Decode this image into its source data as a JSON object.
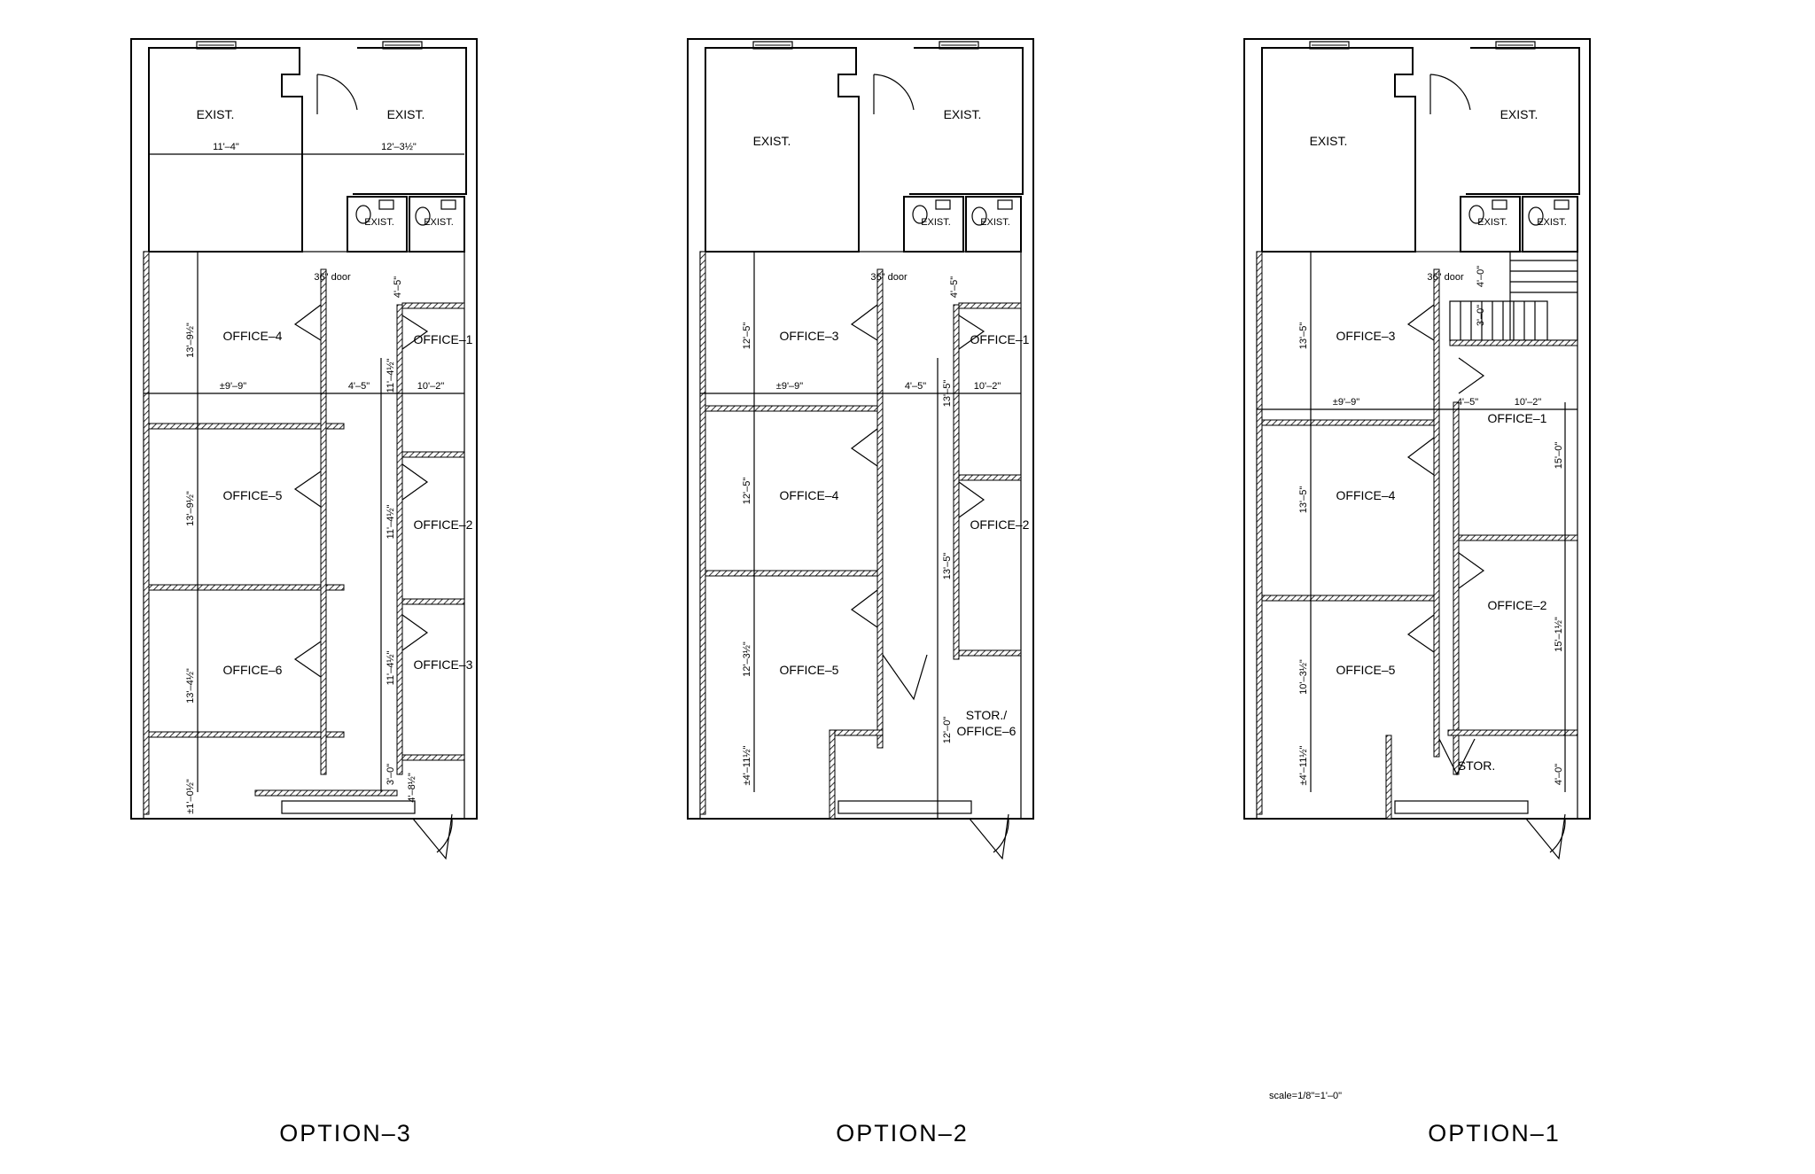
{
  "options": [
    {
      "id": "option-3",
      "title": "OPTION–3",
      "rooms": {
        "exist_a": "EXIST.",
        "exist_b": "EXIST.",
        "exist_c": "EXIST.",
        "exist_d": "EXIST.",
        "r1": "OFFICE–4",
        "r2": "OFFICE–5",
        "r3": "OFFICE–6",
        "r4": "OFFICE–1",
        "r5": "OFFICE–2",
        "r6": "OFFICE–3"
      },
      "door_note": "36\" door",
      "dims": {
        "top_left": "11'–4\"",
        "top_right": "12'–3½\"",
        "corr_top": "4'–5\"",
        "left_w": "±9'–9\"",
        "corr_w": "4'–5\"",
        "right_w": "10'–2\"",
        "r1_h": "13'–9½\"",
        "r2_h": "13'–9½\"",
        "r3_h": "13'–4½\"",
        "r4_h": "11'–4½\"",
        "r5_h": "11'–4½\"",
        "r6_h": "11'–4½\"",
        "bot_left": "±1'–0½\"",
        "bot_mid": "3'–0\"",
        "bot_right": "4'–8½\""
      }
    },
    {
      "id": "option-2",
      "title": "OPTION–2",
      "rooms": {
        "exist_a": "EXIST.",
        "exist_b": "EXIST.",
        "exist_c": "EXIST.",
        "exist_d": "EXIST.",
        "r1": "OFFICE–3",
        "r2": "OFFICE–4",
        "r3": "OFFICE–5",
        "r4": "OFFICE–1",
        "r5": "OFFICE–2",
        "r6a": "STOR./",
        "r6b": "OFFICE–6"
      },
      "door_note": "36\" door",
      "dims": {
        "corr_top": "4'–5\"",
        "left_w": "±9'–9\"",
        "corr_w": "4'–5\"",
        "right_w": "10'–2\"",
        "r1_h": "12'–5\"",
        "r2_h": "12'–5\"",
        "r3_h": "12'–3½\"",
        "r4_h": "13'–5\"",
        "r5_h": "13'–5\"",
        "r6_h": "12'–0\"",
        "bot_left": "±4'–11½\""
      }
    },
    {
      "id": "option-1",
      "title": "OPTION–1",
      "rooms": {
        "exist_a": "EXIST.",
        "exist_b": "EXIST.",
        "exist_c": "EXIST.",
        "exist_d": "EXIST.",
        "r1": "OFFICE–3",
        "r2": "OFFICE–4",
        "r3": "OFFICE–5",
        "r4": "OFFICE–1",
        "r5": "OFFICE–2",
        "r6": "STOR."
      },
      "door_note": "36\" door",
      "dims": {
        "stair_top": "4'–0\"",
        "stair_mid": "3'–0\"",
        "left_w": "±9'–9\"",
        "corr_w": "4'–5\"",
        "right_w": "10'–2\"",
        "r1_h": "13'–5\"",
        "r2_h": "13'–5\"",
        "r3_h": "10'–3½\"",
        "r4_h": "15'–0\"",
        "r5_h": "15'–1½\"",
        "r6_h": "4'–0\"",
        "bot_left": "±4'–11½\""
      }
    }
  ],
  "scale_note": "scale=1/8\"=1'–0\""
}
